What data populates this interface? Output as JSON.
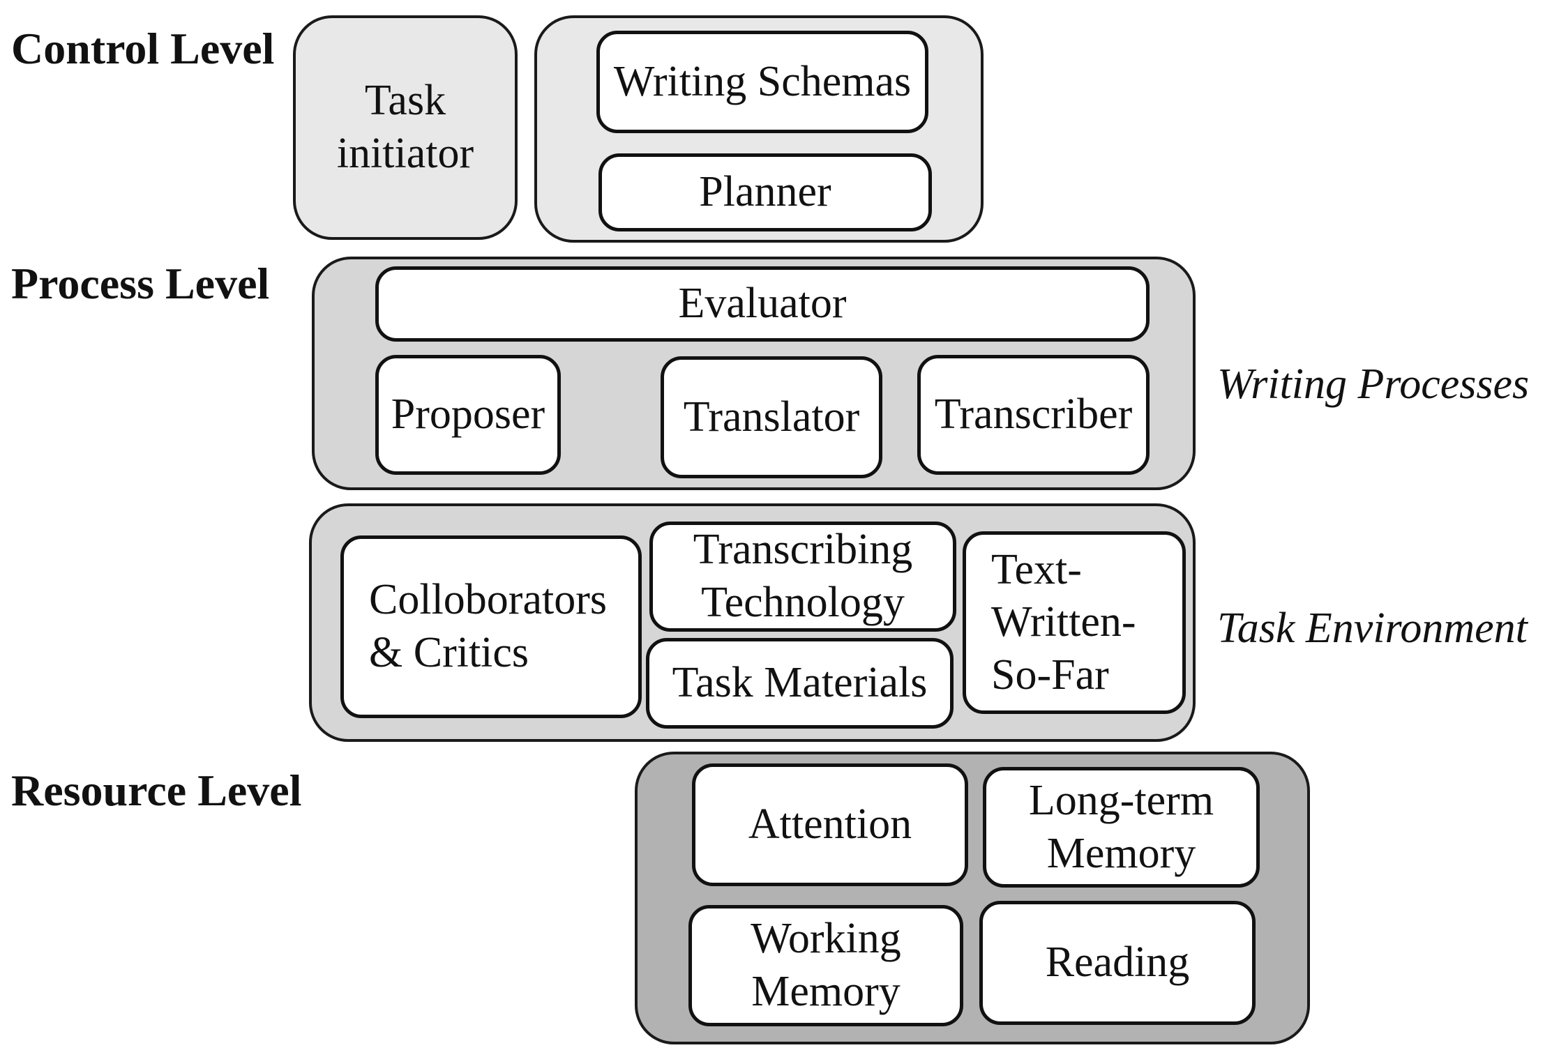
{
  "levels": {
    "control": "Control Level",
    "process": "Process Level",
    "resource": "Resource Level"
  },
  "side_labels": {
    "writing_processes": "Writing Processes",
    "task_environment": "Task Environment"
  },
  "control": {
    "task_initiator": "Task\ninitiator",
    "writing_schemas": "Writing Schemas",
    "planner": "Planner"
  },
  "process": {
    "evaluator": "Evaluator",
    "proposer": "Proposer",
    "translator": "Translator",
    "transcriber": "Transcriber"
  },
  "environment": {
    "collaborators": "Colloborators\n& Critics",
    "transcribing_technology": "Transcribing\nTechnology",
    "task_materials": "Task Materials",
    "text_written": "Text-\nWritten-\nSo-Far"
  },
  "resource": {
    "attention": "Attention",
    "long_term_memory": "Long-term\nMemory",
    "working_memory": "Working\nMemory",
    "reading": "Reading"
  },
  "colors": {
    "control_fill": "#e8e8e8",
    "process_fill": "#d6d6d6",
    "resource_fill": "#b2b2b2",
    "box_fill": "#ffffff",
    "stroke": "#111111"
  }
}
